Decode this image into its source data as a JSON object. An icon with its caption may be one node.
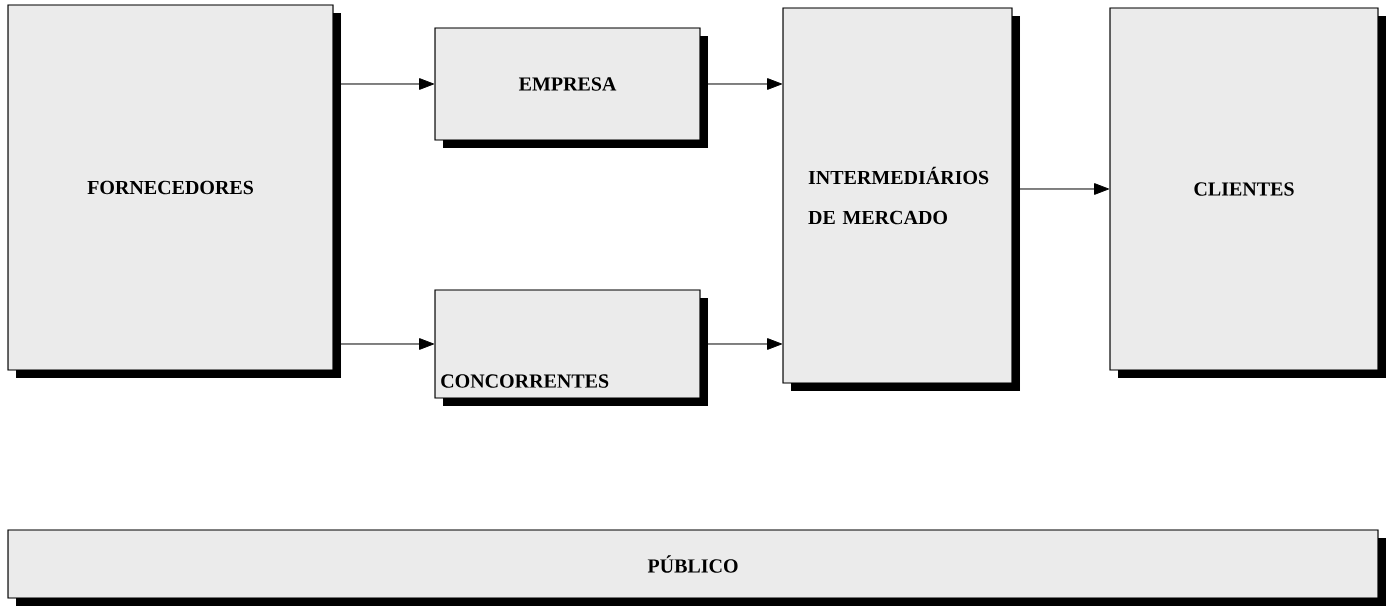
{
  "diagram": {
    "nodes": [
      {
        "text": [
          "FORNECEDORES"
        ]
      },
      {
        "text": [
          "EMPRESA"
        ]
      },
      {
        "text": [
          "CONCORRENTES"
        ]
      },
      {
        "text": [
          "INTERMEDIÁRIOS DE MERCADO"
        ]
      },
      {
        "text": [
          "CLIENTES"
        ]
      },
      {
        "text": [
          "PÚBLICO"
        ]
      }
    ],
    "edges": [
      {
        "from": 0,
        "to": 1,
        "arrow": "to"
      },
      {
        "from": 0,
        "to": 2,
        "arrow": "to"
      },
      {
        "from": 1,
        "to": 3,
        "arrow": "to"
      },
      {
        "from": 2,
        "to": 3,
        "arrow": "to"
      },
      {
        "from": 3,
        "to": 4,
        "arrow": "to"
      }
    ]
  }
}
